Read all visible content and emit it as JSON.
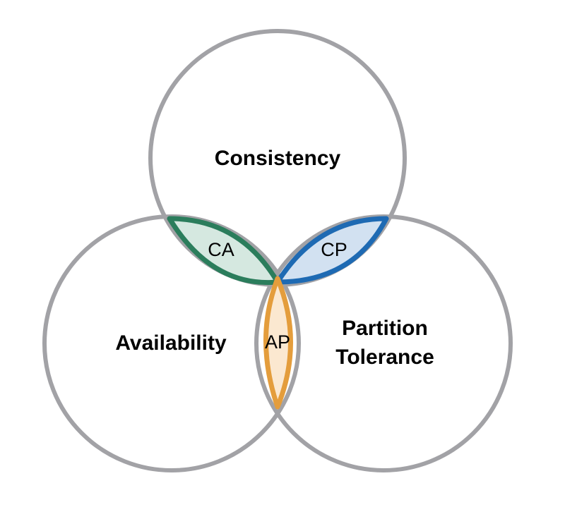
{
  "sets": {
    "consistency": {
      "label": "Consistency"
    },
    "availability": {
      "label": "Availability"
    },
    "partition_tolerance": {
      "label_line1": "Partition",
      "label_line2": "Tolerance"
    }
  },
  "intersections": {
    "ca": {
      "label": "CA"
    },
    "cp": {
      "label": "CP"
    },
    "ap": {
      "label": "AP"
    }
  },
  "colors": {
    "circle_stroke": "#a2a2a6",
    "ca_stroke": "#2b7d5c",
    "ca_fill": "#d5e8e0",
    "cp_stroke": "#1e6ab3",
    "cp_fill": "#d2e1f1",
    "ap_stroke": "#e49d3c",
    "ap_fill": "#fbe8d0",
    "background": "#ffffff"
  }
}
